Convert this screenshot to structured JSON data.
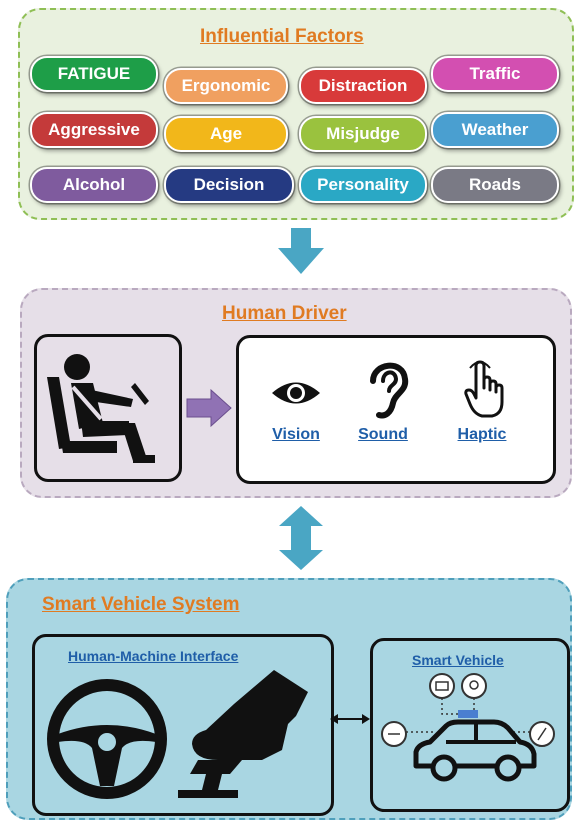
{
  "factors": {
    "title": "Influential Factors",
    "items": [
      {
        "label": "FATIGUE",
        "color": "#1e9e48"
      },
      {
        "label": "Ergonomic",
        "color": "#f0a060"
      },
      {
        "label": "Distraction",
        "color": "#d83a3a"
      },
      {
        "label": "Traffic",
        "color": "#d34fb1"
      },
      {
        "label": "Aggressive",
        "color": "#c43a3a"
      },
      {
        "label": "Age",
        "color": "#f2b71a"
      },
      {
        "label": "Misjudge",
        "color": "#9ac23e"
      },
      {
        "label": "Weather",
        "color": "#4a9fd0"
      },
      {
        "label": "Alcohol",
        "color": "#7f5b9e"
      },
      {
        "label": "Decision",
        "color": "#253a82"
      },
      {
        "label": "Personality",
        "color": "#2aa8c5"
      },
      {
        "label": "Roads",
        "color": "#7a7a85"
      }
    ]
  },
  "driver": {
    "title": "Human Driver",
    "senses": [
      {
        "label": "Vision",
        "icon": "eye-icon"
      },
      {
        "label": "Sound",
        "icon": "ear-icon"
      },
      {
        "label": "Haptic",
        "icon": "touch-hand-icon"
      }
    ]
  },
  "vehicle": {
    "title": "Smart Vehicle System",
    "hmi_title": "Human-Machine Interface",
    "smart_title": "Smart Vehicle"
  },
  "colors": {
    "arrow": "#4aa6c4",
    "purple_arrow": "#9072b4",
    "title_orange": "#e07b22",
    "link_blue": "#1f5ea8"
  }
}
